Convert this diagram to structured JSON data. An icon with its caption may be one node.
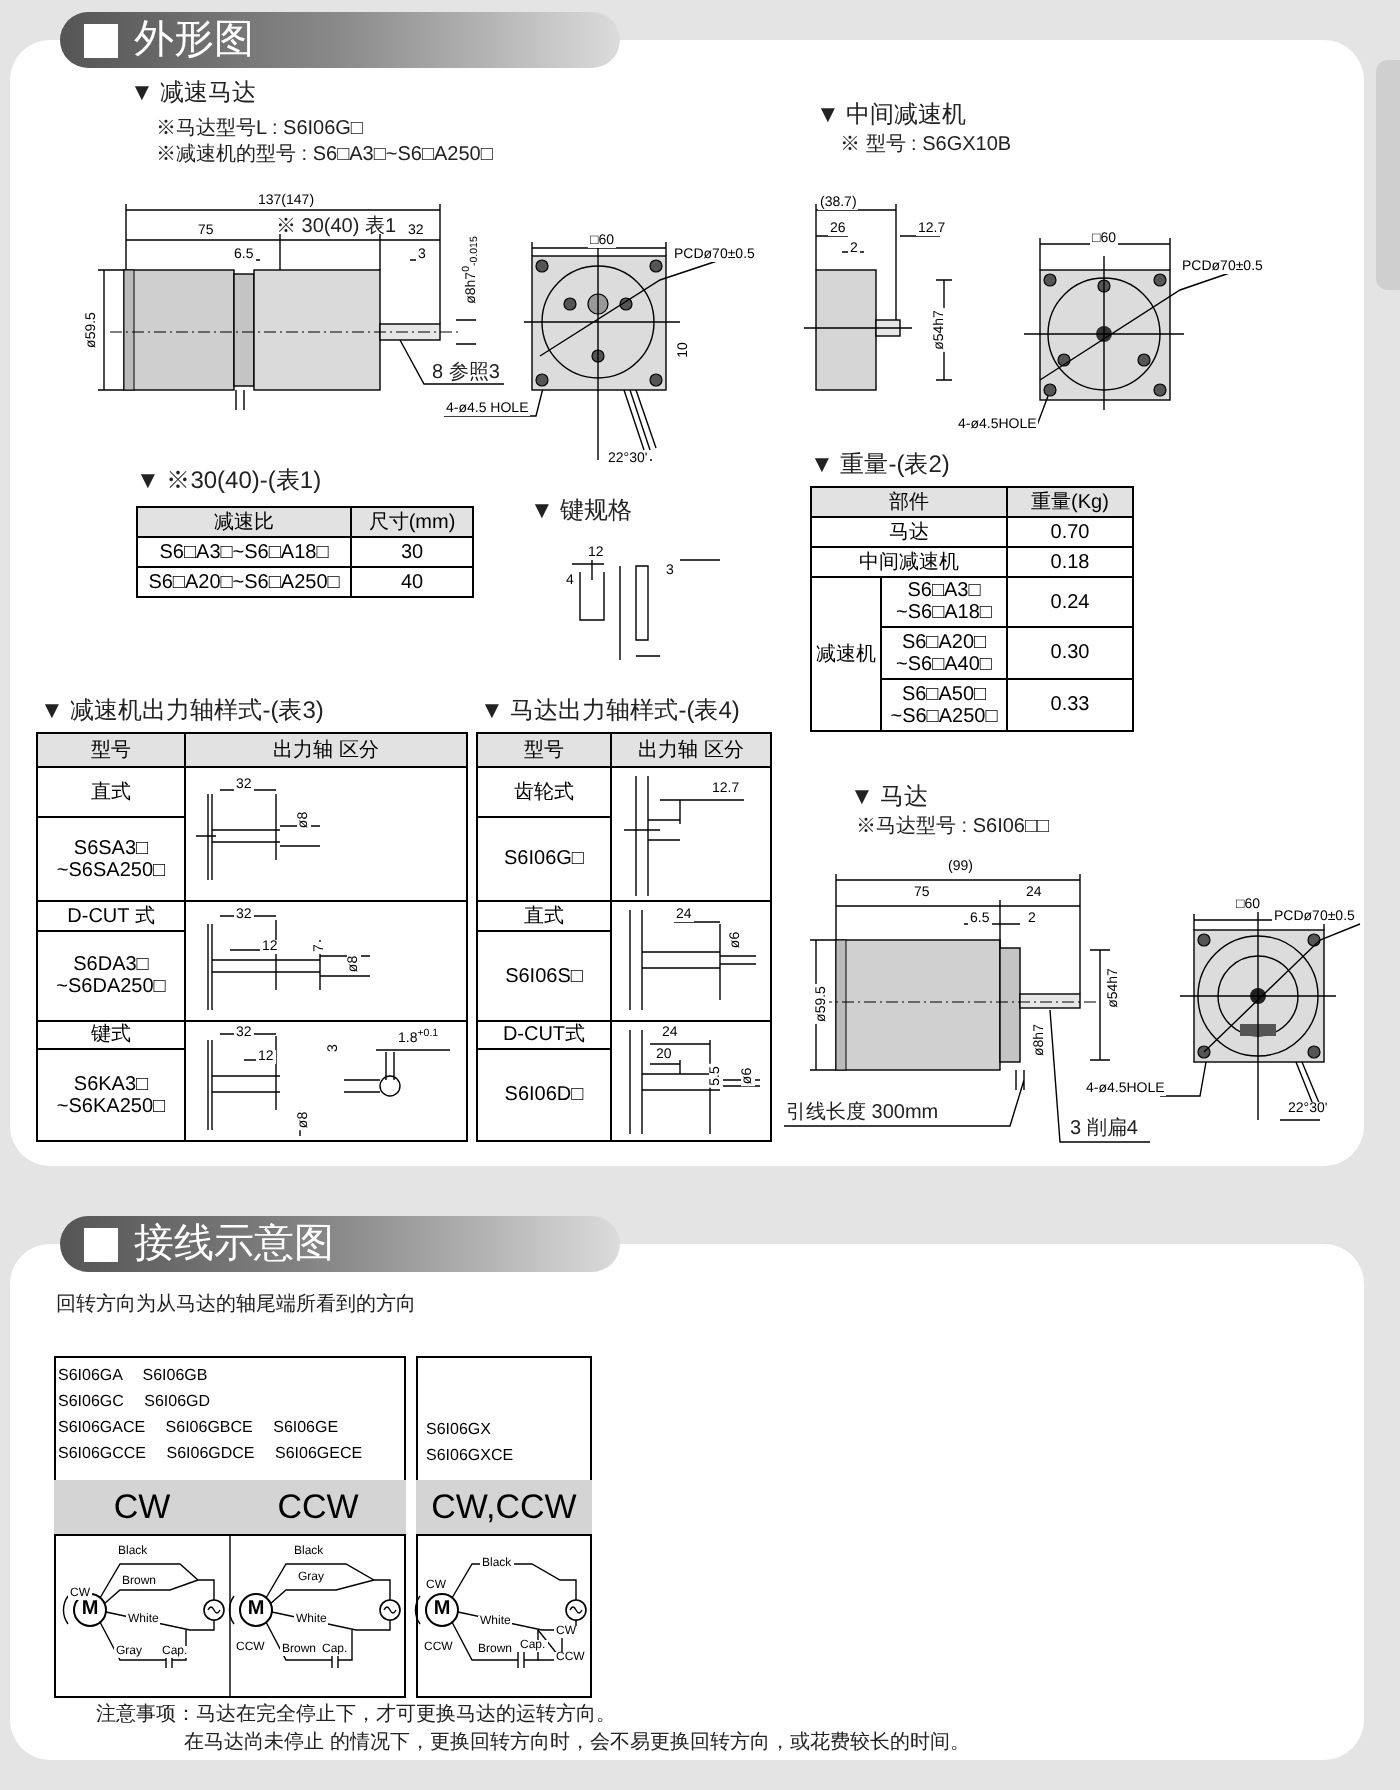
{
  "diagram": {
    "nodes": [
      {
        "text": [
          "外形图"
        ]
      },
      {
        "text": [
          "接线示意图"
        ]
      }
    ],
    "labels": [
      "▼ 减速马达",
      "※马达型号L : S6I06G□",
      "※减速机的型号 : S6□A3□~S6□A250□",
      "137(147)",
      "75",
      "※ 30(40) 表1",
      "32",
      "6.5",
      "3",
      "ø8h7$^{0}$$_{-0.015}$",
      "ø59.5",
      "8 参照3",
      "4-ø4.5 HOLE",
      "□60",
      "PCDø70±0.5",
      "10",
      "22°30'",
      "▼ ※30(40)-(表1)",
      "减速比",
      "尺寸(mm)",
      "S6□A3□~S6□A18□",
      "30",
      "S6□A20□~S6□A250□",
      "40",
      "▼ 键规格",
      "12",
      "4",
      "3",
      "▼ 中间减速机",
      "※ 型号 : S6GX10B",
      "(38.7)",
      "26",
      "12.7",
      "2",
      "ø54h7",
      "□60",
      "PCDø70±0.5",
      "4-ø4.5HOLE",
      "▼ 重量-(表2)",
      "部件",
      "重量(Kg)",
      "马达",
      "0.70",
      "中间减速机",
      "0.18",
      "减速机",
      "S6□A3□ ~S6□A18□",
      "0.24",
      "S6□A20□ ~S6□A40□",
      "0.30",
      "S6□A50□ ~S6□A250□",
      "0.33",
      "▼ 减速机出力轴样式-(表3)",
      "型号",
      "出力轴 区分",
      "直式",
      "S6SA3□ ~S6SA250□",
      "32",
      "ø8",
      "D-CUT 式",
      "S6DA3□ ~S6DA250□",
      "32",
      "12",
      "7",
      "ø8",
      "键式",
      "S6KA3□ ~S6KA250□",
      "32",
      "12",
      "3",
      "1.8$^{+0.1}$",
      "ø8",
      "▼ 马达出力轴样式-(表4)",
      "型号",
      "出力轴 区分",
      "齿轮式",
      "S6I06G□",
      "12.7",
      "直式",
      "S6I06S□",
      "24",
      "ø6",
      "D-CUT式",
      "S6I06D□",
      "24",
      "20",
      "5.5",
      "ø6",
      "▼ 马达",
      "※马达型号 : S6I06□□",
      "(99)",
      "75",
      "24",
      "6.5",
      "2",
      "ø59.5",
      "ø8h7",
      "ø54h7",
      "引线长度 300mm",
      "3 削扁4",
      "□60",
      "PCDø70±0.5",
      "4-ø4.5HOLE",
      "22°30'",
      "回转方向为从马达的轴尾端所看到的方向",
      "S6I06GA S6I06GB",
      "S6I06GC S6I06GD",
      "S6I06GACE S6I06GBCE S6I06GE",
      "S6I06GCCE S6I06GDCE S6I06GECE",
      "S6I06GX",
      "S6I06GXCE",
      "CW",
      "CCW",
      "CW,CCW",
      "Black",
      "Brown",
      "CW",
      "M",
      "White",
      "Gray",
      "Cap.",
      "Black",
      "Gray",
      "M",
      "White",
      "CCW",
      "Brown",
      "Cap.",
      "Black",
      "CW",
      "M",
      "White",
      "CCW",
      "Brown",
      "Cap.",
      "CW",
      "CCW",
      "注意事项：马达在完全停止下，才可更换马达的运转方向。",
      "在马达尚未停止 的情况下，更换回转方向时，会不易更换回转方向，或花费较长的时间。"
    ]
  }
}
